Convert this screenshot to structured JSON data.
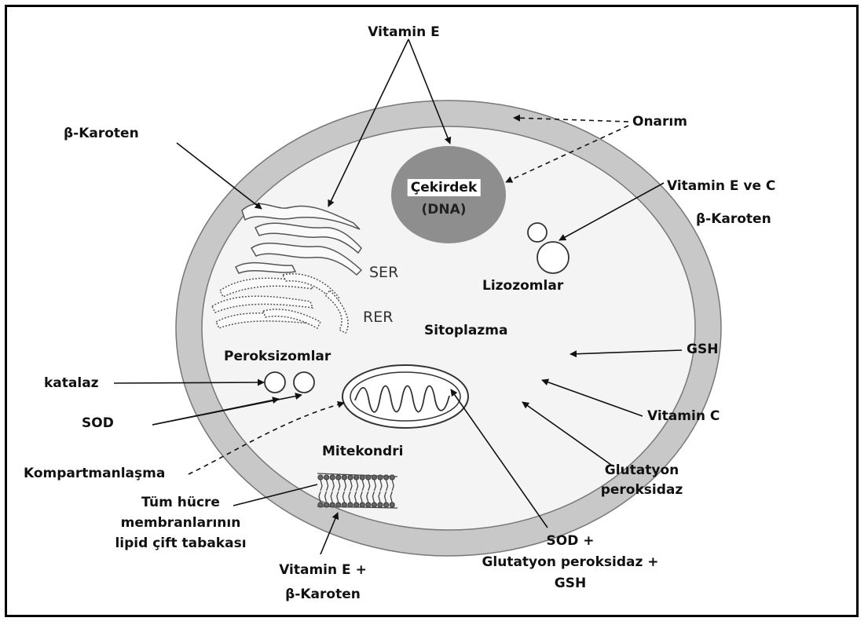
{
  "labels": {
    "vitamin_e_top": "Vitamin E",
    "beta_karoten_left": "β-Karoten",
    "onarim": "Onarım",
    "cekirdek": "Çekirdek",
    "dna": "(DNA)",
    "vitamin_e_ve_c": "Vitamin E ve C",
    "beta_karoten_right": "β-Karoten",
    "ser": "SER",
    "rer": "RER",
    "lizozomlar": "Lizozomlar",
    "sitoplazma": "Sitoplazma",
    "peroksizomlar": "Peroksizomlar",
    "gsh_right": "GSH",
    "katalaz": "katalaz",
    "vitamin_c": "Vitamin C",
    "sod_left": "SOD",
    "mitekondri": "Mitekondri",
    "kompartmanlasma": "Kompartmanlaşma",
    "glutatyon_peroksidaz_line1": "Glutatyon",
    "glutatyon_peroksidaz_line2": "peroksidaz",
    "tum_hucre_line1": "Tüm hücre",
    "tum_hucre_line2": "membranlarının",
    "tum_hucre_line3": "lipid çift tabakası",
    "sod_plus_line1": "SOD +",
    "sod_plus_line2": "Glutatyon peroksidaz +",
    "sod_plus_line3": "GSH",
    "vitamin_e_plus_line1": "Vitamin E +",
    "vitamin_e_plus_line2": "β-Karoten"
  },
  "colors": {
    "membrane": "#c8c8c8",
    "nucleus": "#8e8e8e",
    "arrow": "#111111",
    "border": "#000000"
  }
}
